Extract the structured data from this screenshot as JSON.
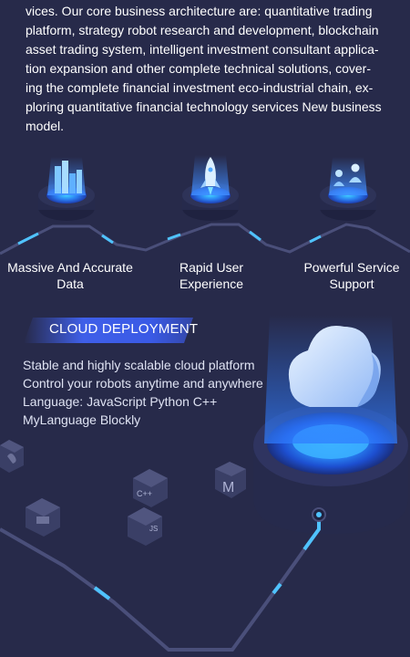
{
  "intro": {
    "lines": [
      "vices. Our core business architecture are: quantitative trading",
      "platform, strategy robot research and development, blockchain",
      "asset trading system, intelligent investment consultant applica-",
      "tion expansion and other complete technical solutions, cover-",
      "ing the complete financial investment eco-industrial chain, ex-",
      "ploring quantitative financial technology services New business",
      "model."
    ]
  },
  "features": [
    {
      "label_line1": "Massive And Accurate",
      "label_line2": "Data",
      "icon": "data-bars-icon"
    },
    {
      "label_line1": "Rapid User",
      "label_line2": "Experience",
      "icon": "rocket-icon"
    },
    {
      "label_line1": "Powerful Service",
      "label_line2": "Support",
      "icon": "service-figures-icon"
    }
  ],
  "cloud": {
    "title": "CLOUD DEPLOYMENT",
    "lines": [
      "Stable and highly scalable cloud platform",
      "Control your robots anytime and anywhere",
      "Language: JavaScript Python C++",
      "MyLanguage Blockly"
    ]
  },
  "cubes": {
    "cpp": "C++",
    "m": "M",
    "js": "JS"
  },
  "colors": {
    "background": "#272a4a",
    "accent": "#3f5fe8",
    "glow": "#4fc3ff"
  }
}
